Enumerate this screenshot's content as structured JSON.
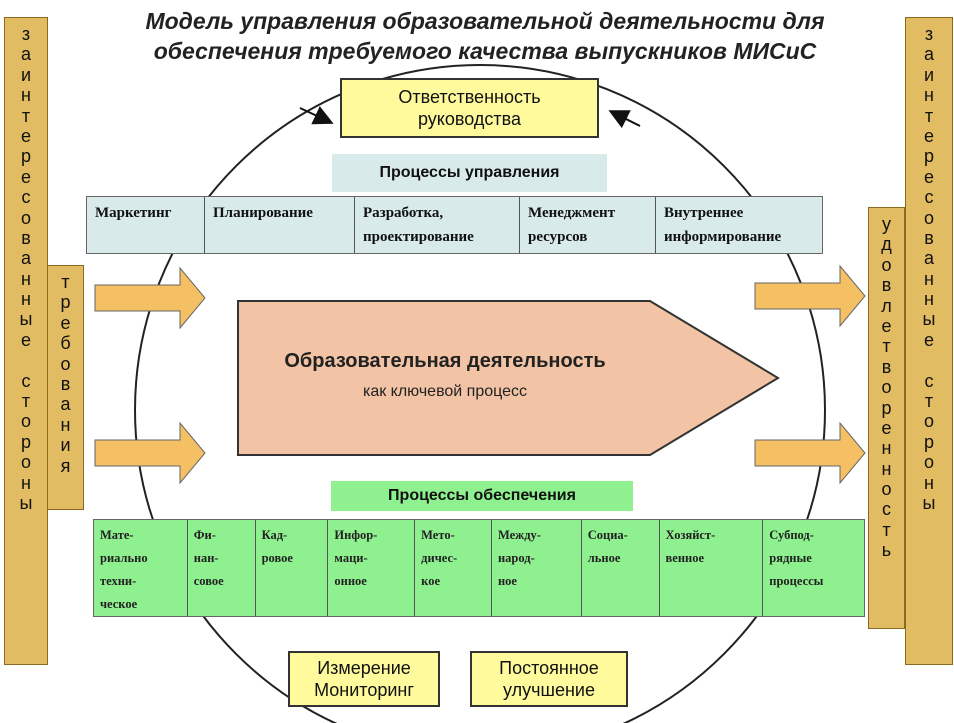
{
  "title_line1": "Модель управления образовательной деятельности для",
  "title_line2": "обеспечения требуемого качества выпускников МИСиС",
  "left_outer_label": "заинтересованные стороны",
  "left_inner_label": "требования",
  "right_inner_label": "удовлетворенность",
  "right_outer_label": "заинтересованные стороны",
  "top_box": {
    "line1": "Ответственность",
    "line2": "руководства"
  },
  "management": {
    "header": "Процессы управления",
    "items": [
      {
        "line1": "Маркетинг",
        "line2": ""
      },
      {
        "line1": "Планирование",
        "line2": ""
      },
      {
        "line1": "Разработка,",
        "line2": "проектирование"
      },
      {
        "line1": "Менеджмент",
        "line2": "ресурсов"
      },
      {
        "line1": "Внутреннее",
        "line2": "информирование"
      }
    ]
  },
  "core": {
    "title": "Образовательная деятельность",
    "subtitle": "как ключевой процесс"
  },
  "support": {
    "header": "Процессы обеспечения",
    "items": [
      {
        "lines": [
          "Мате-",
          "риально",
          "техни-",
          "ческое"
        ]
      },
      {
        "lines": [
          "Фи-",
          "нан-",
          "совое"
        ]
      },
      {
        "lines": [
          "Кад-",
          "ровое"
        ]
      },
      {
        "lines": [
          "Инфор-",
          "маци-",
          "онное"
        ]
      },
      {
        "lines": [
          "Мето-",
          "дичес-",
          "кое"
        ]
      },
      {
        "lines": [
          "Между-",
          "народ-",
          "ное"
        ]
      },
      {
        "lines": [
          "Социа-",
          "льное"
        ]
      },
      {
        "lines": [
          "Хозяйст-",
          "венное"
        ]
      },
      {
        "lines": [
          "Субпод-",
          "рядные",
          "процессы"
        ]
      }
    ]
  },
  "bottom_left_box": {
    "line1": "Измерение",
    "line2": "Мониторинг"
  },
  "bottom_right_box": {
    "line1": "Постоянное",
    "line2": "улучшение"
  },
  "colors": {
    "side_panel": "#e2bc63",
    "yellow_box": "#fffb9d",
    "management_bg": "#d8eaea",
    "support_bg": "#8ff08f",
    "core_fill": "#f2c4a5",
    "arrow_fill": "#f4c063"
  }
}
